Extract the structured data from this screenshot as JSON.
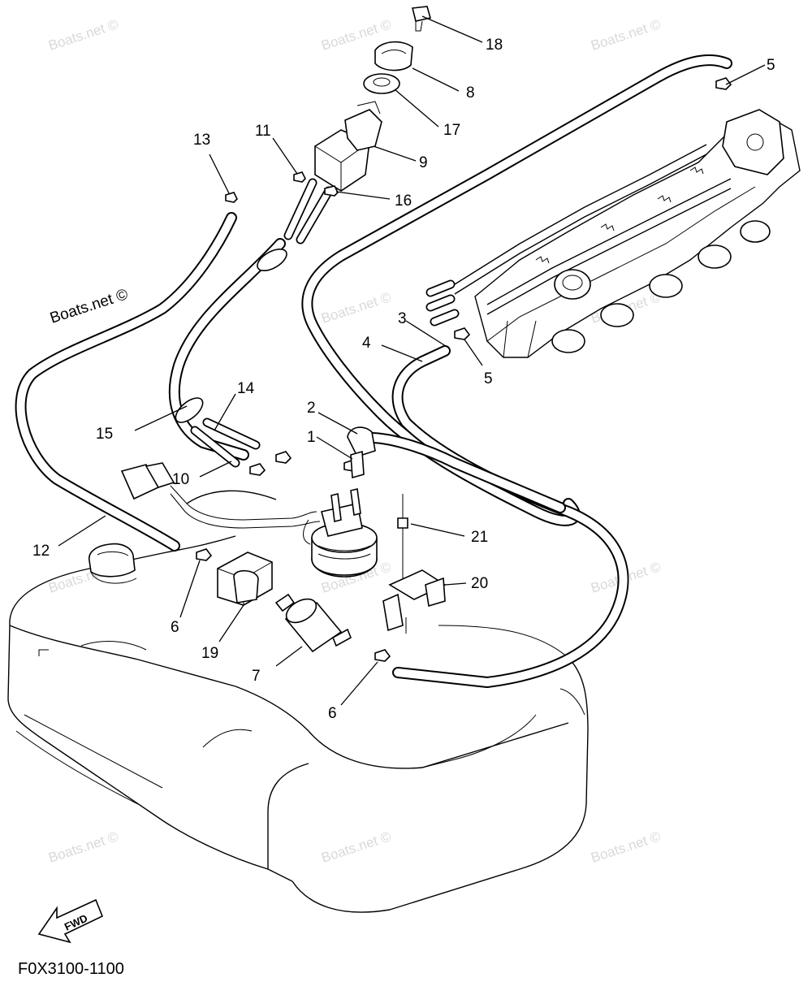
{
  "diagram": {
    "code": "F0X3100-1100",
    "direction": "FWD",
    "watermark": "Boats.net ©",
    "callouts": {
      "c1": "1",
      "c2": "2",
      "c3": "3",
      "c4": "4",
      "c5a": "5",
      "c5b": "5",
      "c6a": "6",
      "c6b": "6",
      "c7": "7",
      "c8": "8",
      "c9": "9",
      "c10": "10",
      "c11": "11",
      "c12": "12",
      "c13": "13",
      "c14": "14",
      "c15": "15",
      "c16": "16",
      "c17": "17",
      "c18": "18",
      "c19": "19",
      "c20": "20",
      "c21": "21"
    }
  }
}
